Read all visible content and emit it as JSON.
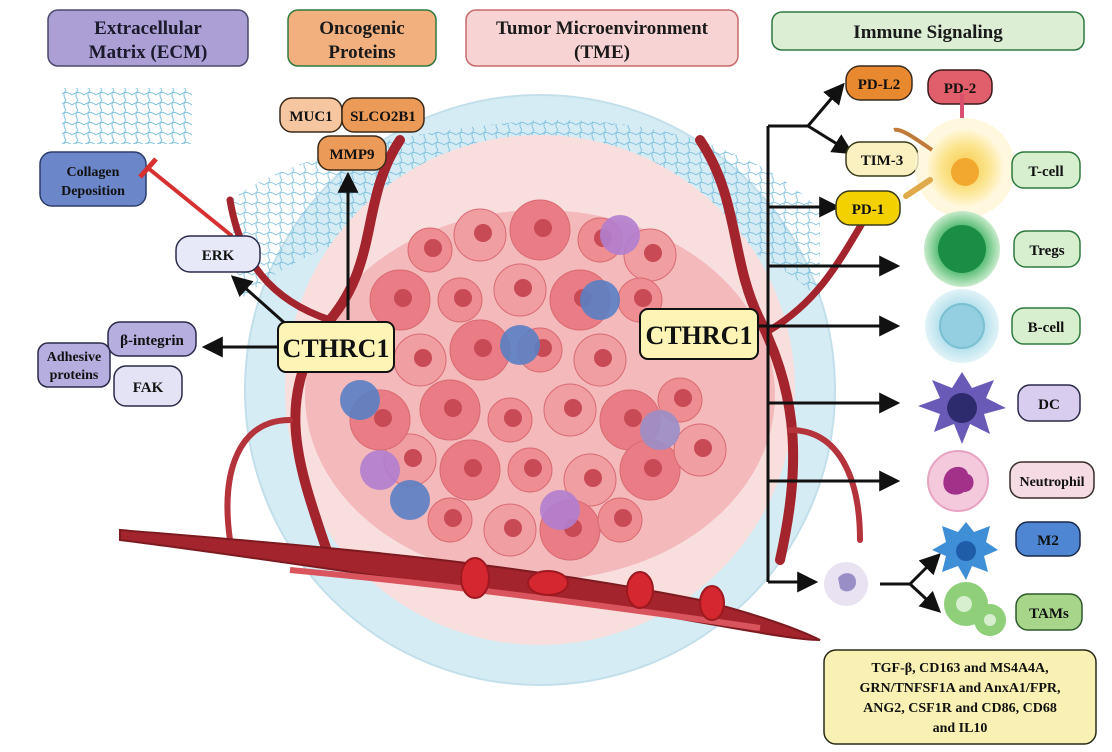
{
  "headers": {
    "ecm_line1": "Extracellular",
    "ecm_line2": "Matrix (ECM)",
    "onco_line1": "Oncogenic",
    "onco_line2": "Proteins",
    "tme_line1": "Tumor Microenvironment",
    "tme_line2": "(TME)",
    "immune": "Immune Signaling"
  },
  "ecm": {
    "collagen_line1": "Collagen",
    "collagen_line2": "Deposition",
    "erk": "ERK",
    "b_integrin": "β-integrin",
    "adhesive_line1": "Adhesive",
    "adhesive_line2": "proteins",
    "fak": "FAK"
  },
  "oncogenic": {
    "muc1": "MUC1",
    "slco2b1": "SLCO2B1",
    "mmp9": "MMP9"
  },
  "center": {
    "cthrc1_left": "CTHRC1",
    "cthrc1_right": "CTHRC1"
  },
  "immune": {
    "pd_l2": "PD-L2",
    "pd_2": "PD-2",
    "tim_3": "TIM-3",
    "pd_1": "PD-1",
    "t_cell": "T-cell",
    "tregs": "Tregs",
    "b_cell": "B-cell",
    "dc": "DC",
    "neutrophil": "Neutrophil",
    "m2": "M2",
    "tams": "TAMs"
  },
  "markers": {
    "line1": "TGF-β, CD163 and MS4A4A,",
    "line2": "GRN/TNFSF1A and AnxA1/FPR,",
    "line3": "ANG2, CSF1R and CD86, CD68",
    "line4": "and IL10"
  },
  "colors": {
    "ecm_header": "#ab9fd6",
    "onco_header": "#f2b07e",
    "tme_header": "#f8d3d3",
    "immune_header": "#dcefd5",
    "collagen": "#6b86c9",
    "pill_lavender": "#e3e3f5",
    "pill_purple": "#b5aede",
    "cthrc1": "#fdf4b5",
    "pd_l2": "#e9892f",
    "pd_2": "#e05f6b",
    "tim_3": "#fbf1c0",
    "pd_1": "#f3d100",
    "cell_label_green": "#d7efcf",
    "cell_label_purple": "#d8cdef",
    "cell_label_pink": "#f5dbe3",
    "cell_label_blue": "#4e86d4",
    "markers_box": "#f9f1b3",
    "tme_circle": "#cfe7f1",
    "tumor": "#f0a6a8",
    "vessel": "#a3242c"
  }
}
